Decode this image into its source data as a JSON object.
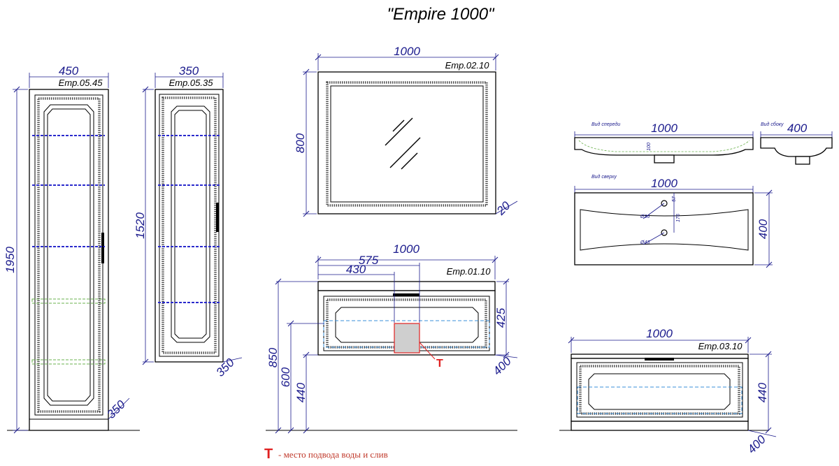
{
  "title": "\"Empire 1000\"",
  "legend": {
    "symbol": "T",
    "text": "- место подвода воды и слив"
  },
  "tall_cabinet": {
    "code": "Emp.05.45",
    "width": "450",
    "height": "1950",
    "depth": "350"
  },
  "medium_cabinet": {
    "code": "Emp.05.35",
    "width": "350",
    "height": "1520",
    "depth": "350"
  },
  "mirror": {
    "code": "Emp.02.10",
    "width": "1000",
    "height": "800",
    "depth": "20"
  },
  "vanity": {
    "code": "Emp.01.10",
    "width": "1000",
    "offset_a": "575",
    "offset_b": "430",
    "drawer_height": "425",
    "total_height": "850",
    "mid_height": "600",
    "floor_height": "440",
    "depth": "400",
    "tap_symbol": "T"
  },
  "basin_front": {
    "view_label": "Вид спереди",
    "width": "1000",
    "inner": "100"
  },
  "basin_side": {
    "view_label": "Вид сбоку",
    "width": "400"
  },
  "basin_top": {
    "view_label": "Вид сверху",
    "width": "1000",
    "depth": "400",
    "d1": "Ø36",
    "d2": "Ø43",
    "m1": "57",
    "m2": "176"
  },
  "wall_cabinet": {
    "code": "Emp.03.10",
    "width": "1000",
    "height": "440",
    "depth": "400"
  }
}
